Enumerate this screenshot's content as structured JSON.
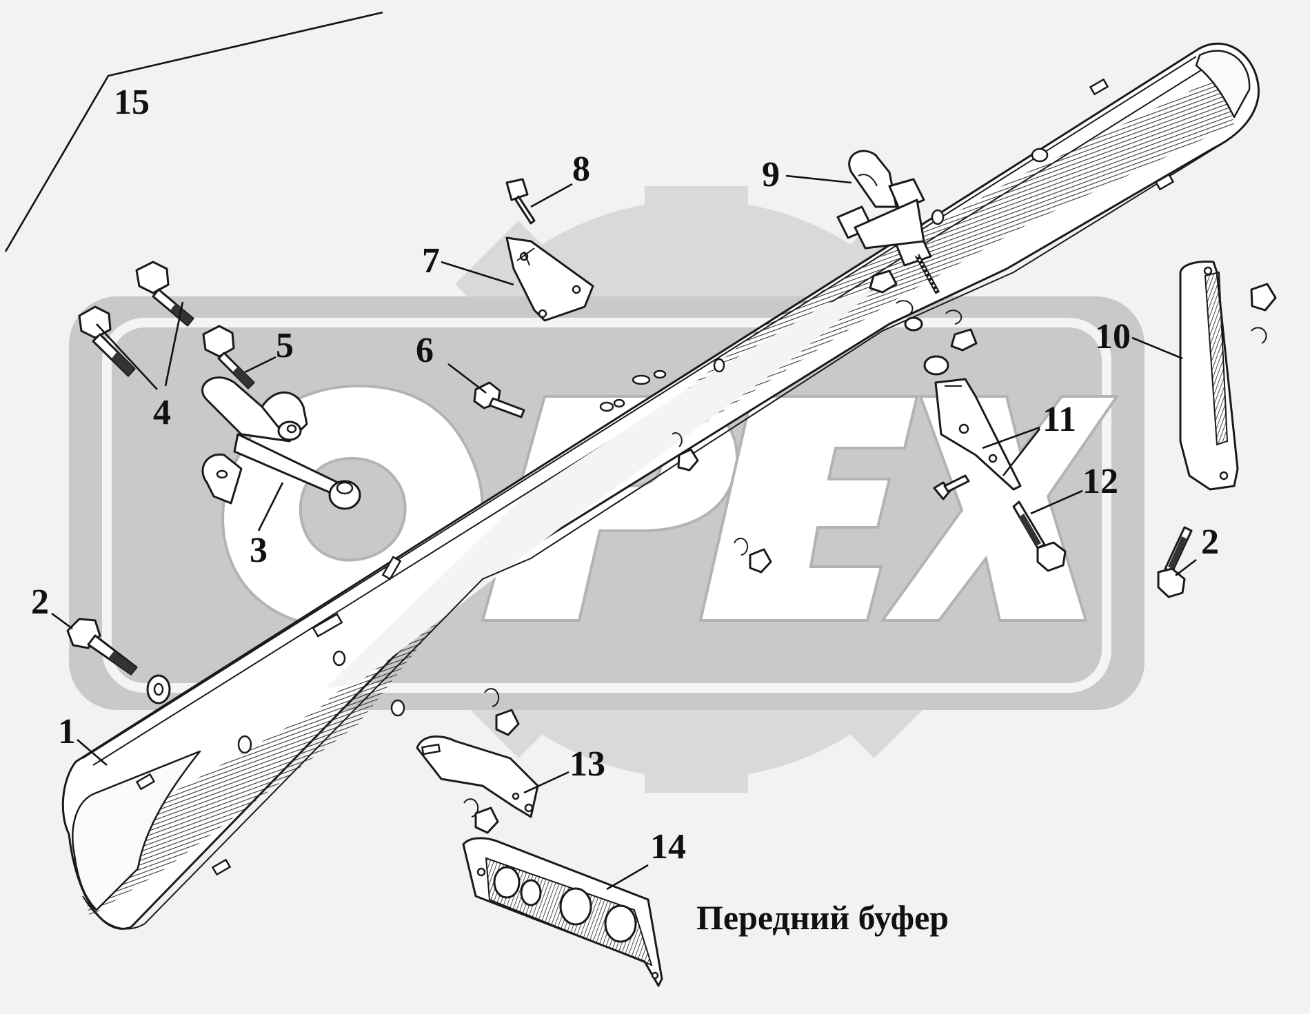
{
  "caption": "Передний буфер",
  "watermark": {
    "text": "OPEX",
    "colors": {
      "gear": "#d9d9d9",
      "frame": "#c8c8c8",
      "letters": "#ffffff",
      "shadow": "#bdbdbd"
    }
  },
  "callouts": {
    "c1": "1",
    "c2a": "2",
    "c2b": "2",
    "c3": "3",
    "c4": "4",
    "c5": "5",
    "c6": "6",
    "c7": "7",
    "c8": "8",
    "c9": "9",
    "c10": "10",
    "c11": "11",
    "c12": "12",
    "c13": "13",
    "c14": "14",
    "c15": "15"
  }
}
